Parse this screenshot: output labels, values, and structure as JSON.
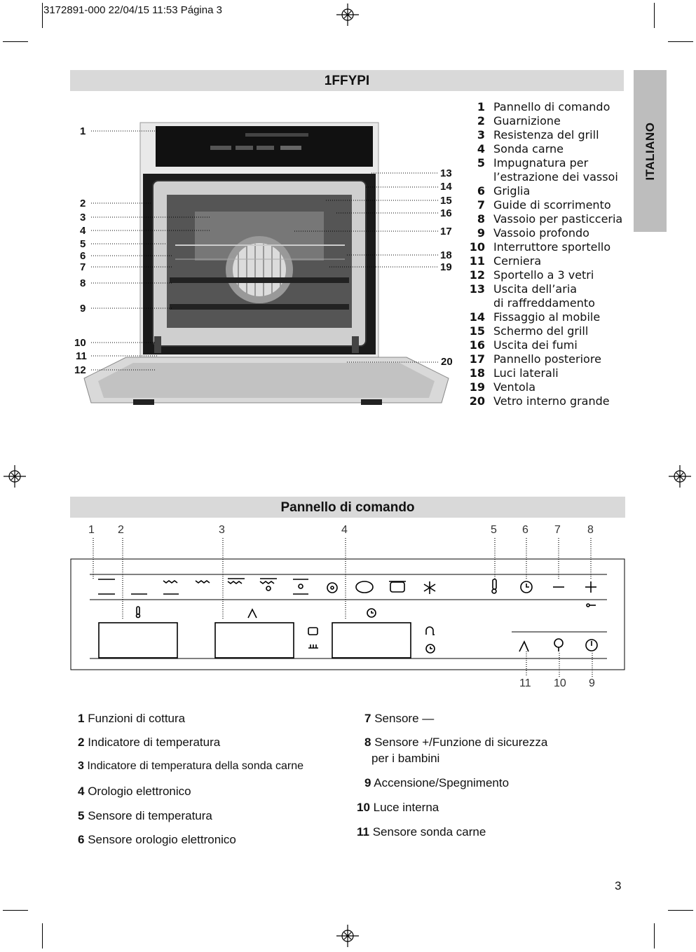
{
  "header": "3172891-000  22/04/15  11:53  Página 3",
  "model_title": "1FFYPI",
  "language_tab": "ITALIANO",
  "oven_callouts_left": [
    "1",
    "2",
    "3",
    "4",
    "5",
    "6",
    "7",
    "8",
    "9",
    "10",
    "11",
    "12"
  ],
  "oven_callouts_right": [
    "13",
    "14",
    "15",
    "16",
    "17",
    "18",
    "19",
    "20"
  ],
  "parts": [
    {
      "n": "1",
      "label": "Pannello di comando"
    },
    {
      "n": "2",
      "label": "Guarnizione"
    },
    {
      "n": "3",
      "label": "Resistenza del grill"
    },
    {
      "n": "4",
      "label": "Sonda carne"
    },
    {
      "n": "5",
      "label": "Impugnatura per"
    },
    {
      "n": "",
      "label": "l’estrazione dei vassoi"
    },
    {
      "n": "6",
      "label": "Griglia"
    },
    {
      "n": "7",
      "label": "Guide di scorrimento"
    },
    {
      "n": "8",
      "label": "Vassoio per pasticceria"
    },
    {
      "n": "9",
      "label": "Vassoio profondo"
    },
    {
      "n": "10",
      "label": "Interruttore sportello"
    },
    {
      "n": "11",
      "label": "Cerniera"
    },
    {
      "n": "12",
      "label": "Sportello a 3 vetri"
    },
    {
      "n": "13",
      "label": "Uscita dell’aria"
    },
    {
      "n": "",
      "label": "di raffreddamento"
    },
    {
      "n": "14",
      "label": "Fissaggio al mobile"
    },
    {
      "n": "15",
      "label": "Schermo del grill"
    },
    {
      "n": "16",
      "label": "Uscita dei fumi"
    },
    {
      "n": "17",
      "label": "Pannello posteriore"
    },
    {
      "n": "18",
      "label": "Luci laterali"
    },
    {
      "n": "19",
      "label": "Ventola"
    },
    {
      "n": "20",
      "label": "Vetro interno grande"
    }
  ],
  "panel_title": "Pannello di comando",
  "panel_callouts_top": [
    "1",
    "2",
    "3",
    "4",
    "5",
    "6",
    "7",
    "8"
  ],
  "panel_callouts_bottom": [
    "11",
    "10",
    "9"
  ],
  "legend_left": [
    {
      "n": "1",
      "text": "Funzioni di cottura"
    },
    {
      "n": "2",
      "text": "Indicatore di temperatura"
    },
    {
      "n": "3",
      "text": "Indicatore di temperatura della sonda carne"
    },
    {
      "n": "4",
      "text": "Orologio elettronico"
    },
    {
      "n": "5",
      "text": "Sensore di temperatura"
    },
    {
      "n": "6",
      "text": "Sensore orologio elettronico"
    }
  ],
  "legend_right": [
    {
      "n": "7",
      "text": "Sensore  —"
    },
    {
      "n": "8",
      "text": "Sensore  +/Funzione di sicurezza"
    },
    {
      "n": "",
      "text": "per i bambini"
    },
    {
      "n": "9",
      "text": "Accensione/Spegnimento"
    },
    {
      "n": "10",
      "text": "Luce interna"
    },
    {
      "n": "11",
      "text": "Sensore sonda carne"
    }
  ],
  "page_number": "3"
}
